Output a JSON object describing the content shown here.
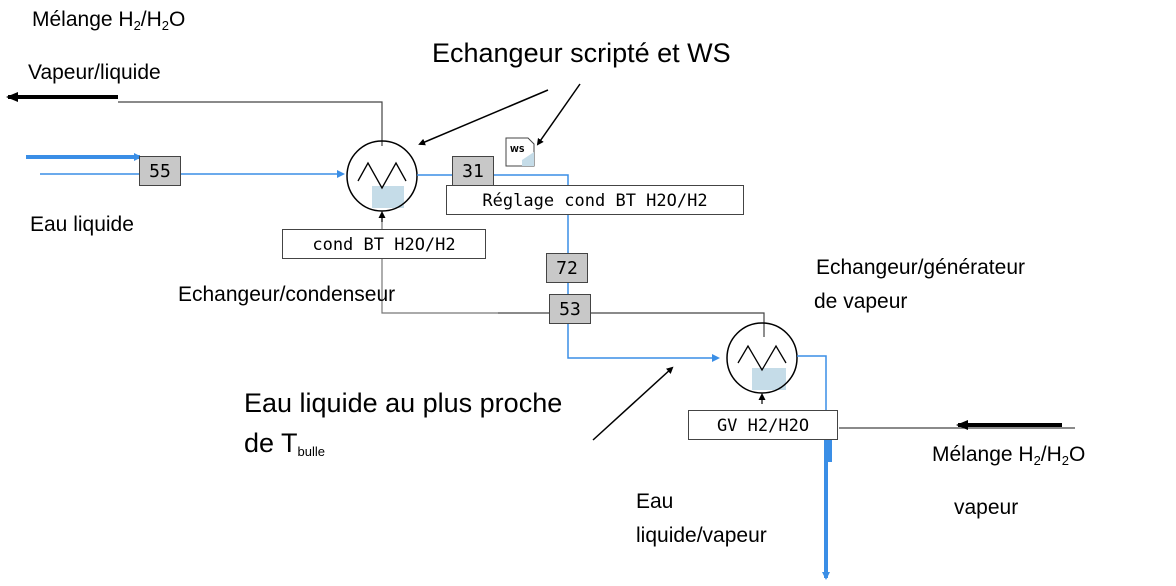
{
  "labels": {
    "melange_top": {
      "pre": "Mélange H",
      "sub1": "2",
      "mid": "/H",
      "sub2": "2",
      "post": "O"
    },
    "vapeur_liquide": "Vapeur/liquide",
    "echangeur_scripte": "Echangeur scripté et WS",
    "eau_liquide": "Eau liquide",
    "echangeur_condenseur": "Echangeur/condenseur",
    "echangeur_generateur_1": "Echangeur/générateur",
    "echangeur_generateur_2": "de vapeur",
    "eau_liquide_proche_1": "Eau liquide au plus proche",
    "eau_liquide_proche_2_pre": "de T",
    "eau_liquide_proche_2_sub": "bulle",
    "melange_bottom": {
      "pre": "Mélange H",
      "sub1": "2",
      "mid": "/H",
      "sub2": "2",
      "post": "O"
    },
    "vapeur": "vapeur",
    "eau_lv_1": "Eau",
    "eau_lv_2": "liquide/vapeur"
  },
  "streams": {
    "s55": "55",
    "s31": "31",
    "s72": "72",
    "s53": "53"
  },
  "unit_names": {
    "cond": "cond BT H2O/H2",
    "reglage": "Réglage cond BT H2O/H2",
    "gv": "GV H2/H2O"
  },
  "ws_icon_text": "WS",
  "colors": {
    "water": "#3a8ee6",
    "gas": "#444444",
    "exchanger_fill": "#c5dce8"
  }
}
